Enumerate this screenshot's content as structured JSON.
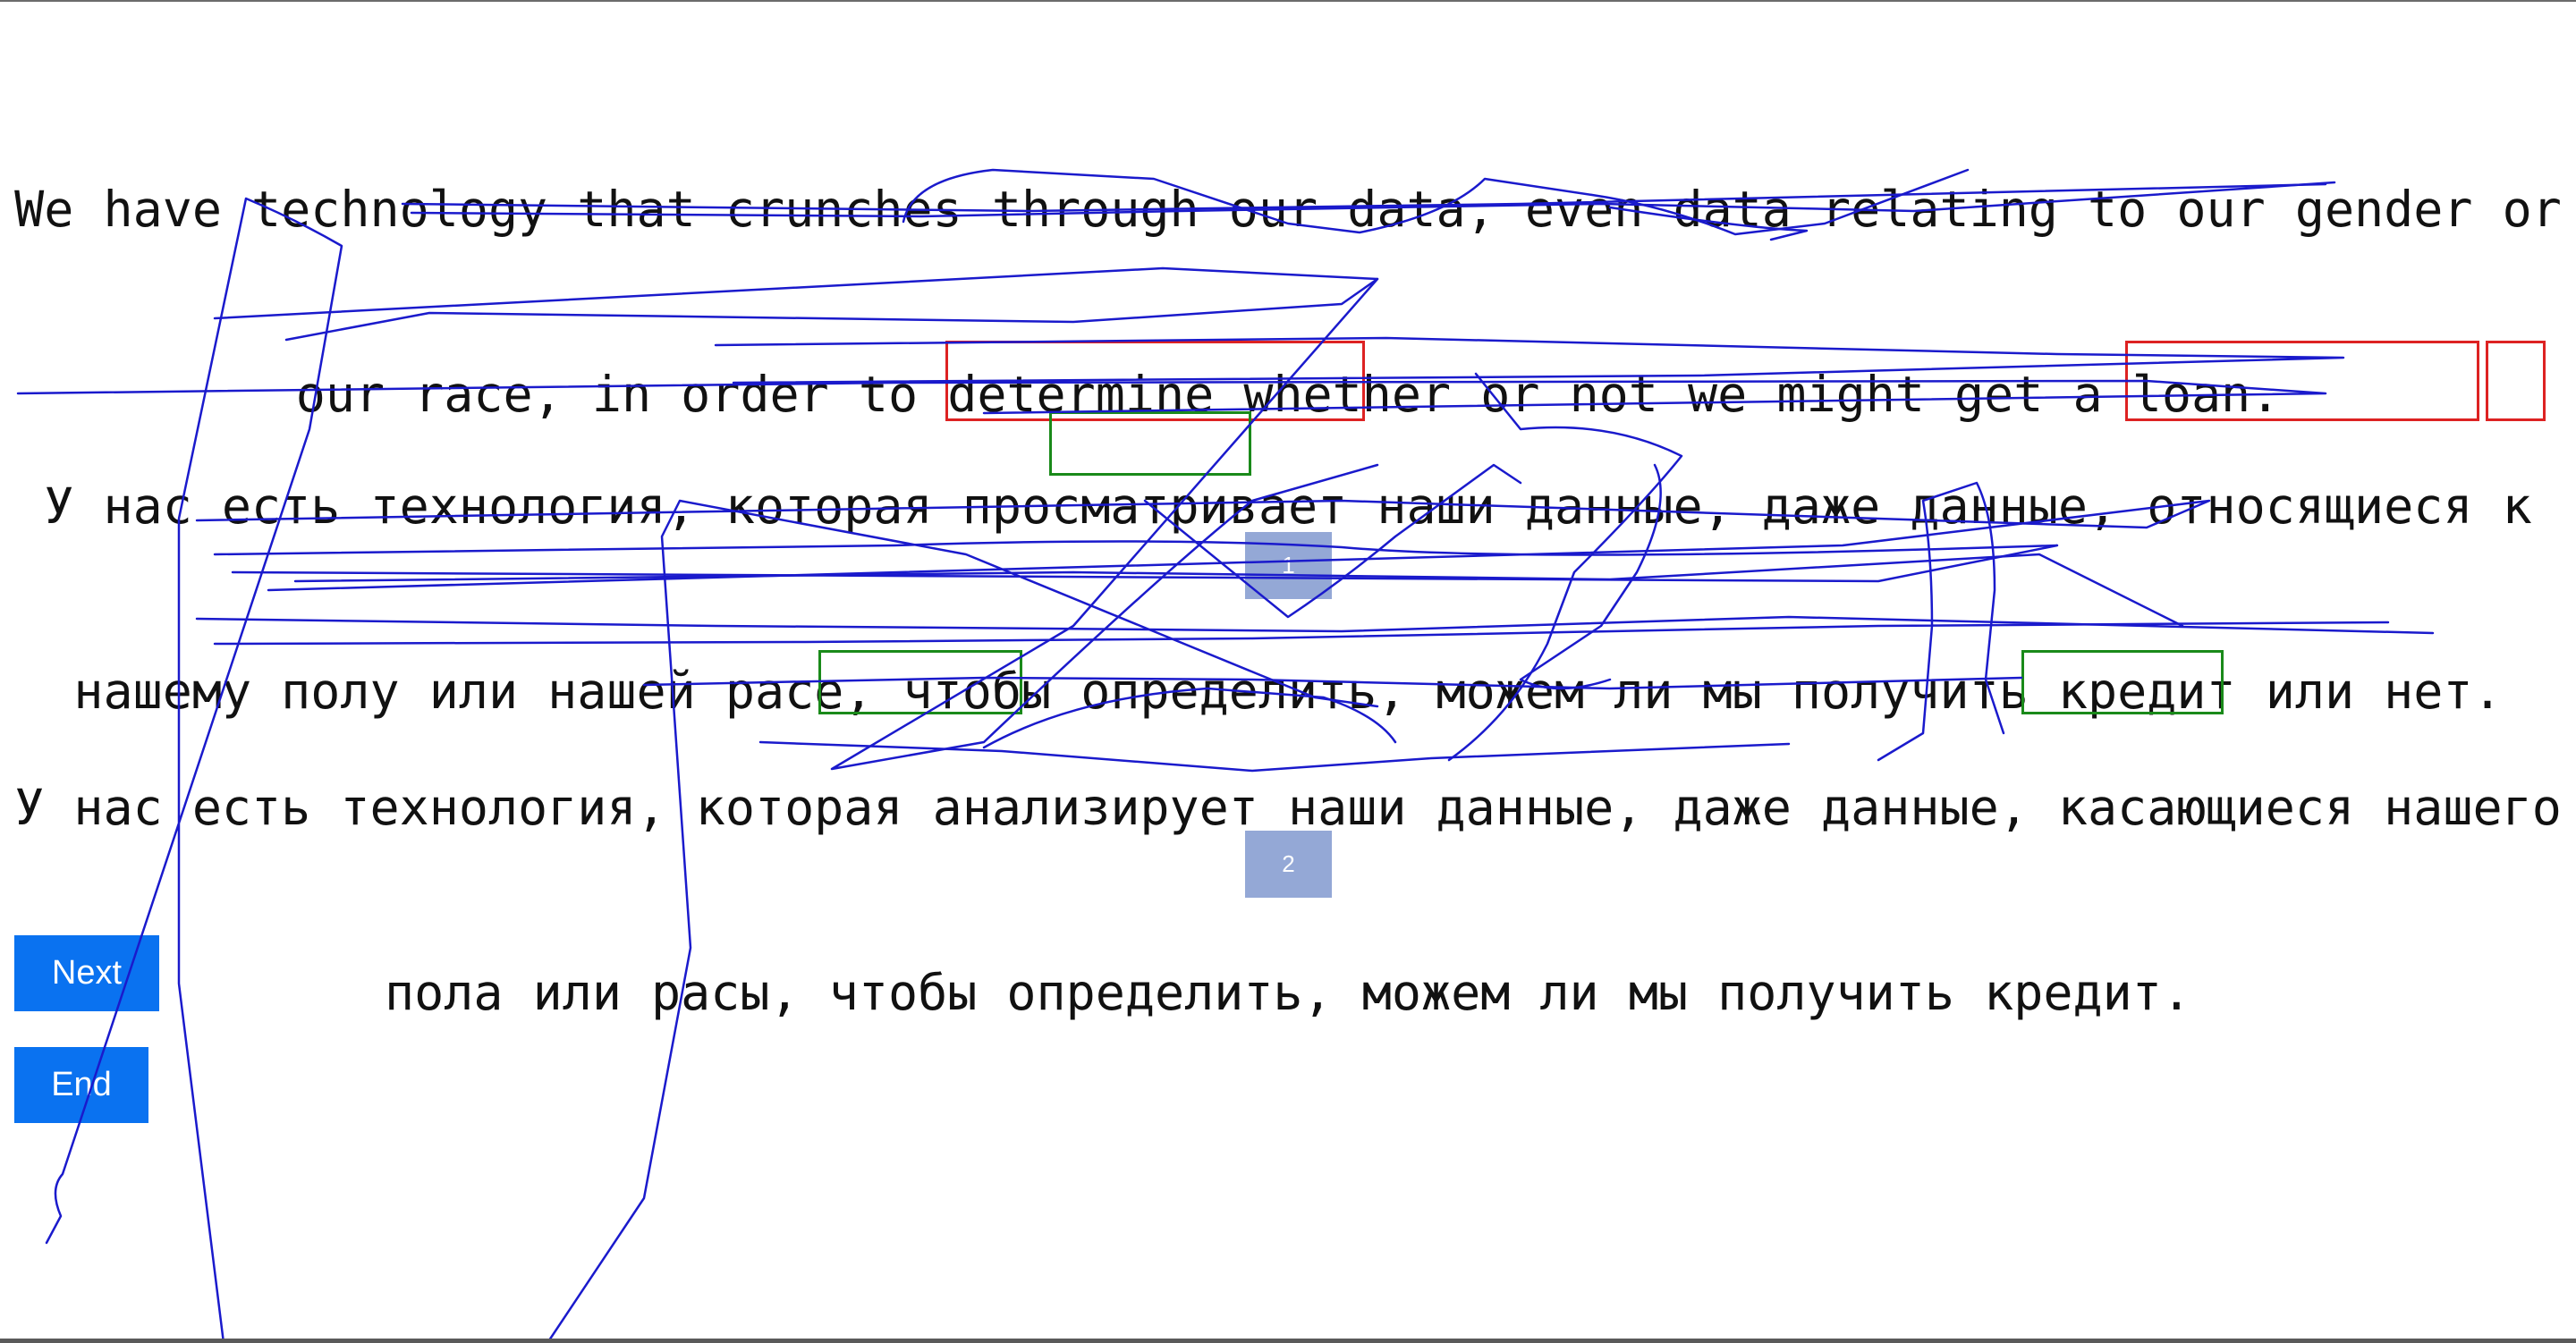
{
  "source": {
    "line1": "We have technology that crunches through our data, even data relating to our gender or",
    "line2": "our race, in order to determine whether or not we might get a loan."
  },
  "candidate1": {
    "line1": "У нас есть технология, которая просматривает наши данные, даже данные, относящиеся к",
    "line2": "нашему полу или нашей расе, чтобы определить, можем ли мы получить кредит или нет.",
    "badge": "1"
  },
  "candidate2": {
    "line1": "У нас есть технология, которая анализирует наши данные, даже данные, касающиеся нашего",
    "line2": "пола или расы, чтобы определить, можем ли мы получить кредит.",
    "badge": "2"
  },
  "buttons": {
    "next_label": "Next",
    "end_label": "End"
  },
  "colors": {
    "button_blue": "#0a72f0",
    "badge_blue": "#94a8d6",
    "error_red": "#dd2222",
    "good_green": "#1a8a1a",
    "scribble_blue": "#1a1acc"
  }
}
